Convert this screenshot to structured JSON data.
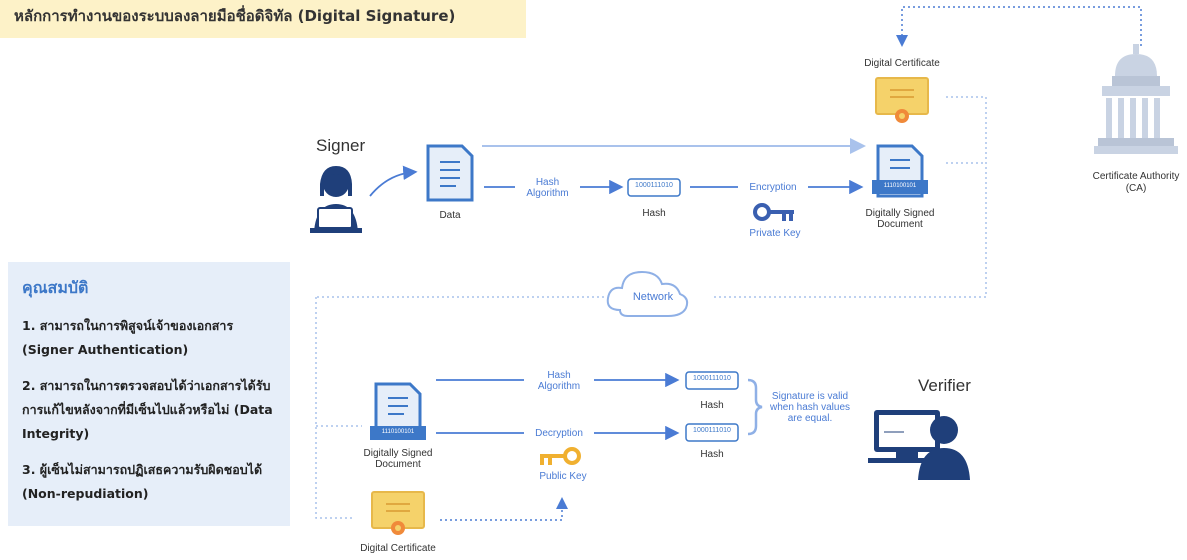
{
  "title": "หลักการทำงานของระบบลงลายมือชื่อดิจิทัล (Digital Signature)",
  "properties": {
    "heading": "คุณสมบัติ",
    "items": [
      "1. สามารถในการพิสูจน์เจ้าของเอกสาร (Signer Authentication)",
      "2. สามารถในการตรวจสอบได้ว่าเอกสารได้รับการแก้ไขหลังจากที่มีเซ็นไปแล้วหรือไม่ (Data Integrity)",
      "3. ผู้เซ็นไม่สามารถปฏิเสธความรับผิดชอบได้ (Non-repudiation)"
    ]
  },
  "signer": {
    "label": "Signer",
    "data_label": "Data",
    "hash_algorithm": "Hash\nAlgorithm",
    "hash_label": "Hash",
    "hash_value": "1000111010",
    "encryption": "Encryption",
    "private_key": "Private Key",
    "signed_doc": "Digitally Signed\nDocument",
    "signed_doc_code": "1110100101"
  },
  "ca": {
    "certificate": "Digital Certificate",
    "authority": "Certificate Authority\n(CA)"
  },
  "network": "Network",
  "verifier": {
    "label": "Verifier",
    "signed_doc": "Digitally Signed\nDocument",
    "signed_doc_code": "1110100101",
    "hash_algorithm": "Hash\nAlgorithm",
    "hash_value_1": "1000111010",
    "hash_label_1": "Hash",
    "decryption": "Decryption",
    "hash_value_2": "1000111010",
    "hash_label_2": "Hash",
    "public_key": "Public Key",
    "valid_note": "Signature is valid\nwhen hash values\nare equal.",
    "certificate": "Digital Certificate"
  },
  "colors": {
    "accent": "#4a7bd4",
    "title_bg": "#fdf2c8",
    "panel_bg": "#e6eef9",
    "key_private": "#3a5fb0",
    "key_public": "#f0b030",
    "certificate": "#f5d26a"
  }
}
